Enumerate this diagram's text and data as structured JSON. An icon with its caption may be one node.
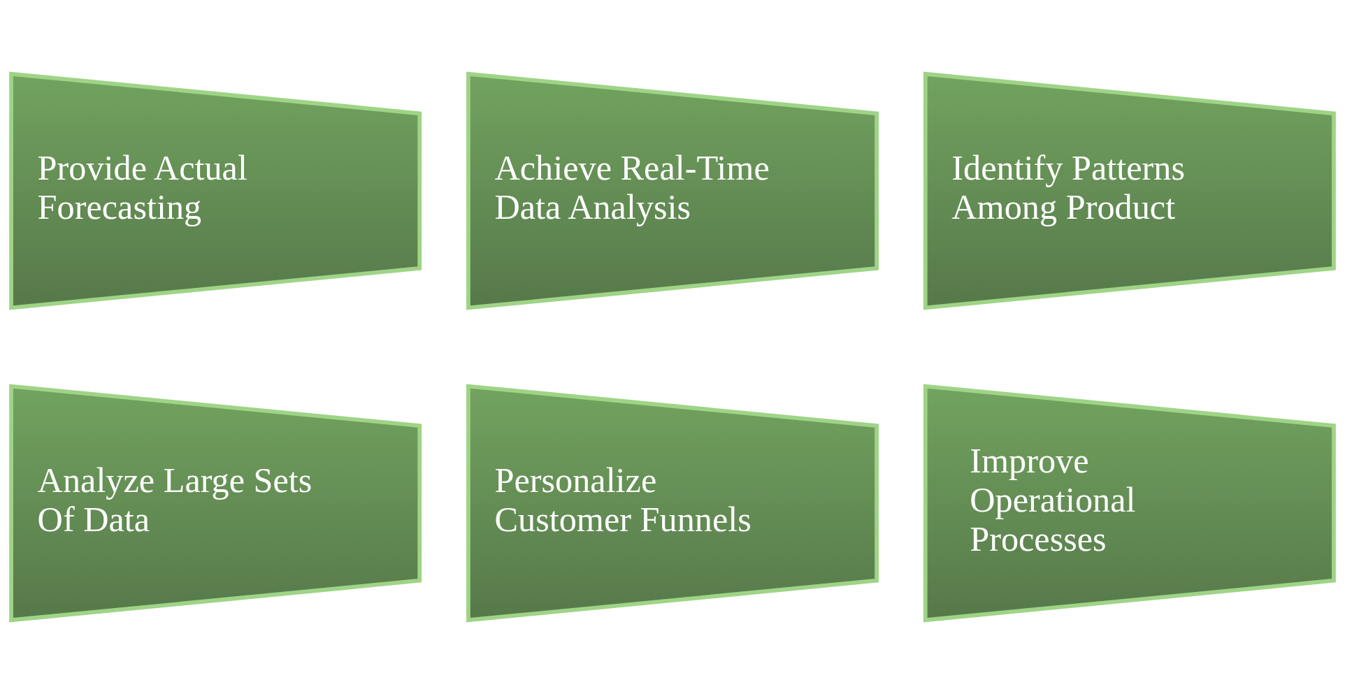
{
  "diagram": {
    "nodes": [
      {
        "text": [
          "Provide Actual Forecasting"
        ]
      },
      {
        "text": [
          "Achieve Real-Time Data Analysis"
        ]
      },
      {
        "text": [
          "Identify Patterns Among Product"
        ]
      },
      {
        "text": [
          "Analyze Large Sets Of Data"
        ]
      },
      {
        "text": [
          "Personalize Customer Funnels"
        ]
      },
      {
        "text": [
          "Improve Operational Processes"
        ]
      }
    ]
  }
}
